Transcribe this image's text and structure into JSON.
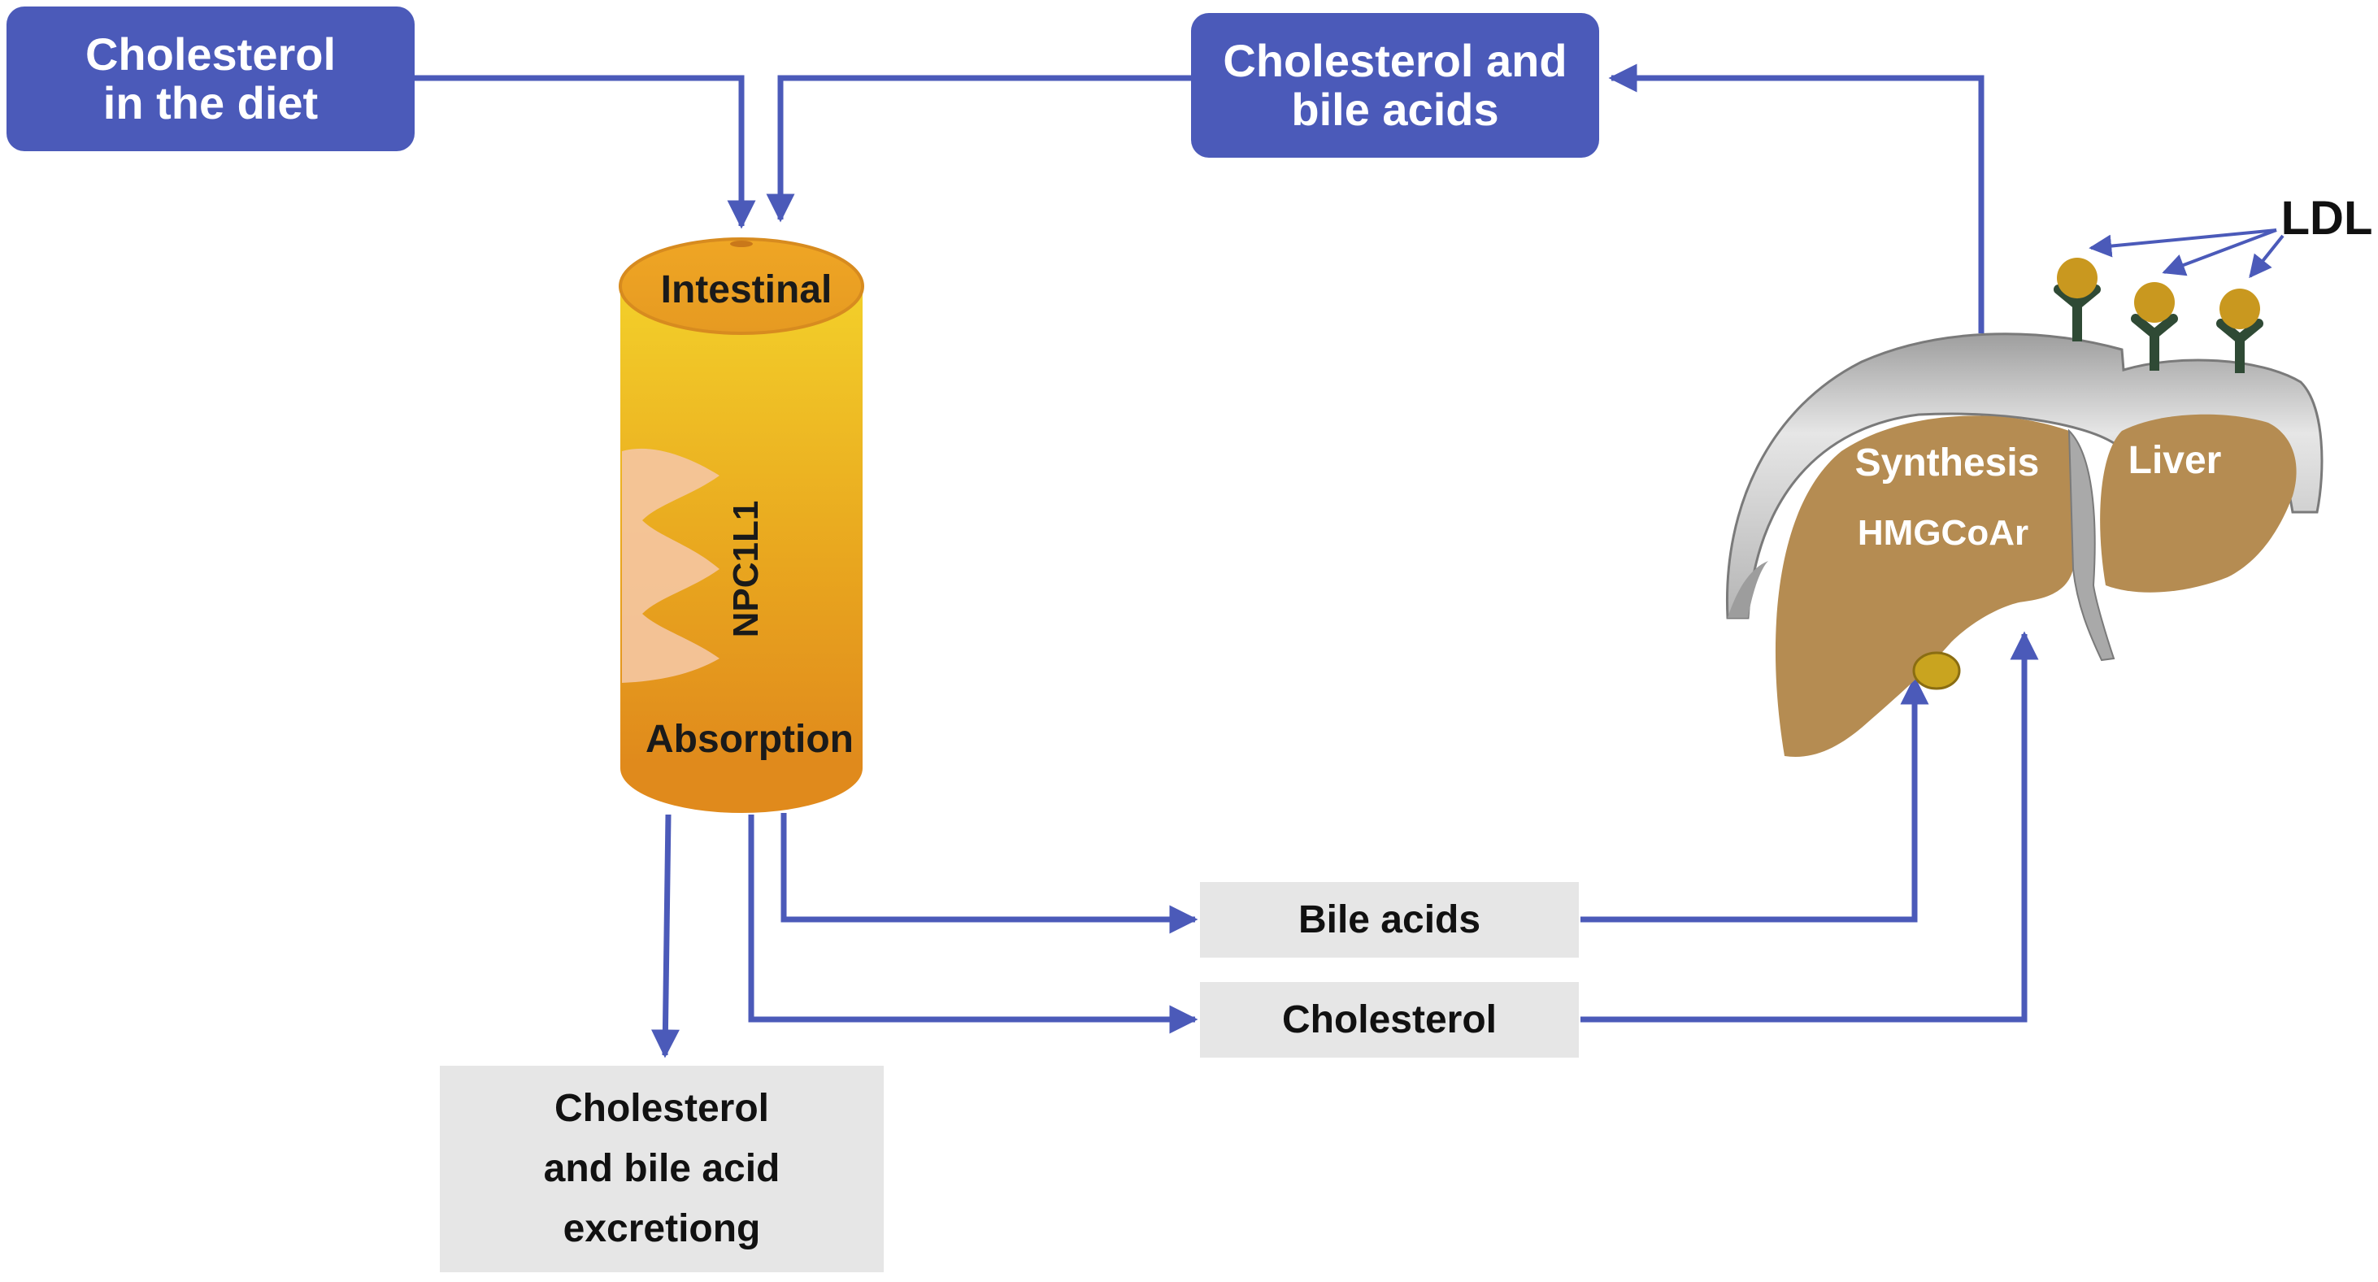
{
  "boxes": {
    "diet": [
      "Cholesterol",
      "in the diet"
    ],
    "return": [
      "Cholesterol and",
      "bile acids"
    ],
    "bile": "Bile acids",
    "cholesterol": "Cholesterol",
    "excretion": [
      "Cholesterol",
      "and bile acid",
      "excretiong"
    ]
  },
  "intestine": {
    "top_label": "Intestinal",
    "transporter": "NPC1L1",
    "bottom_label": "Absorption"
  },
  "liver": {
    "synthesis": "Synthesis",
    "enzyme": "HMGCoAr",
    "organ": "Liver",
    "receptor_label": "LDL"
  },
  "colors": {
    "arrow": "#4b5ab9",
    "blue_box": "#4b5ab9",
    "grey_box": "#e6e6e6",
    "intestine": "#e6a21c",
    "liver": "#b58c52",
    "liver_capsule": "#c9c9c9",
    "receptor_stem": "#2f4a35",
    "ldl_particle": "#c9981f"
  }
}
